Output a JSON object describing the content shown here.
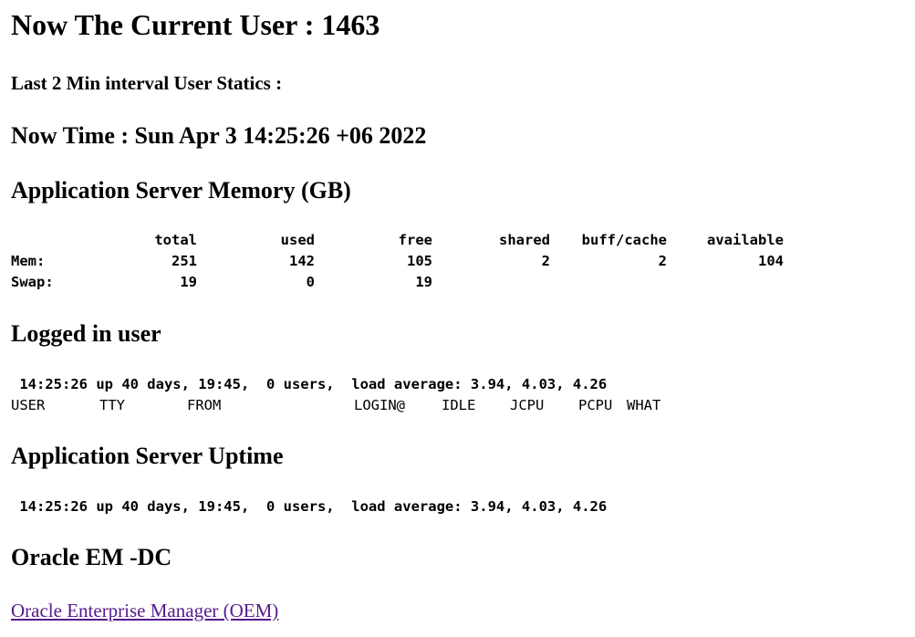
{
  "header": {
    "title": "Now The Current User : 1463",
    "interval_label": "Last 2 Min interval User Statics :",
    "now_time": "Now Time : Sun Apr 3 14:25:26 +06 2022"
  },
  "memory": {
    "heading": "Application Server Memory (GB)",
    "columns": [
      "total",
      "used",
      "free",
      "shared",
      "buff/cache",
      "available"
    ],
    "rows": [
      {
        "label": "Mem:",
        "values": [
          "251",
          "142",
          "105",
          "2",
          "2",
          "104"
        ]
      },
      {
        "label": "Swap:",
        "values": [
          "19",
          "0",
          "19",
          "",
          "",
          ""
        ]
      }
    ]
  },
  "logged_in": {
    "heading": "Logged in user",
    "uptime_line": " 14:25:26 up 40 days, 19:45,  0 users,  load average: 3.94, 4.03, 4.26",
    "columns": [
      "USER",
      "TTY",
      "FROM",
      "LOGIN@",
      "IDLE",
      "JCPU",
      "PCPU",
      "WHAT"
    ]
  },
  "uptime": {
    "heading": "Application Server Uptime",
    "line": " 14:25:26 up 40 days, 19:45,  0 users,  load average: 3.94, 4.03, 4.26"
  },
  "oem": {
    "heading": "Oracle EM -DC",
    "link_text": "Oracle Enterprise Manager (OEM)",
    "link_color": "#551a8b"
  }
}
